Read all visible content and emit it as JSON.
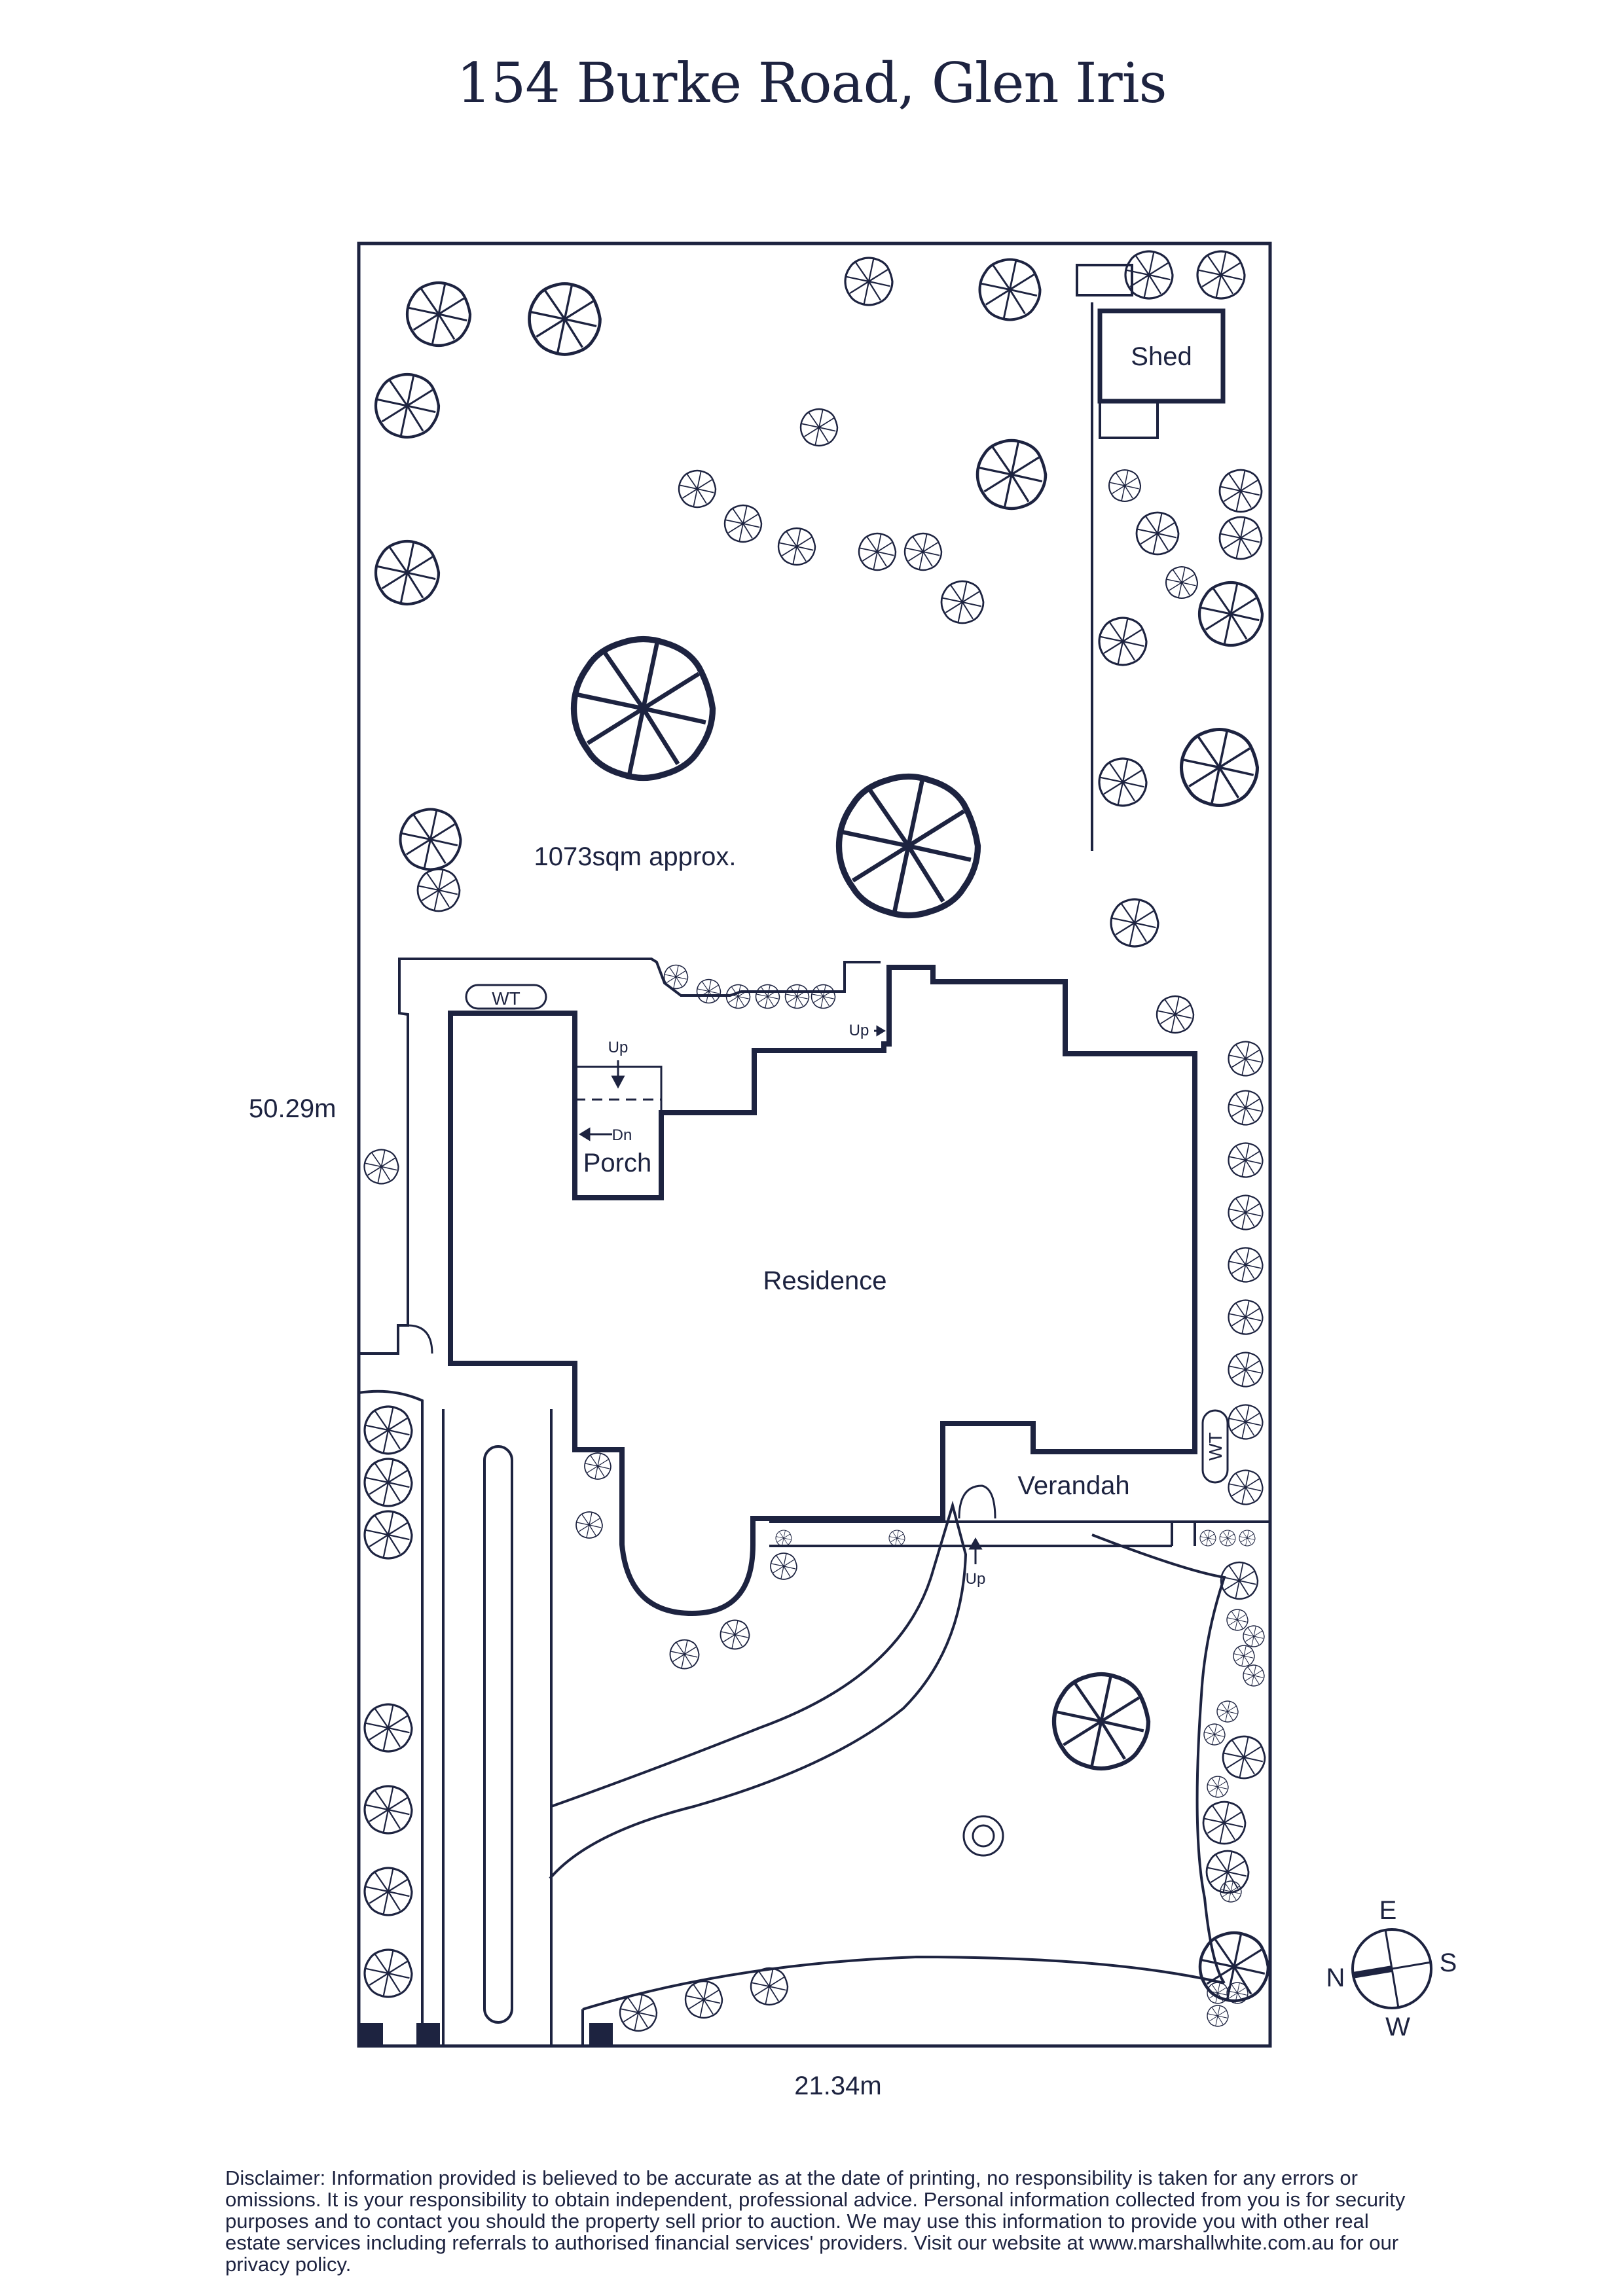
{
  "title": "154 Burke Road, Glen Iris",
  "plan": {
    "dim_side": "50.29m",
    "dim_bottom": "21.34m",
    "area": "1073sqm approx.",
    "labels": {
      "shed": "Shed",
      "porch": "Porch",
      "residence": "Residence",
      "verandah": "Verandah",
      "water_tank": "WT",
      "step_up": "Up",
      "step_down": "Dn"
    }
  },
  "compass": {
    "n": "N",
    "e": "E",
    "s": "S",
    "w": "W"
  },
  "disclaimer": "Disclaimer: Information provided is believed to be accurate as at the date of printing, no responsibility is taken for any errors or omissions. It is your responsibility to obtain independent, professional advice. Personal information collected from you is for security purposes and to contact you should the property sell prior to auction. We may use this information to provide you with other real estate services including referrals to authorised financial services' providers. Visit our website at www.marshallwhite.com.au for our privacy policy.",
  "colors": {
    "ink": "#1d2340"
  }
}
